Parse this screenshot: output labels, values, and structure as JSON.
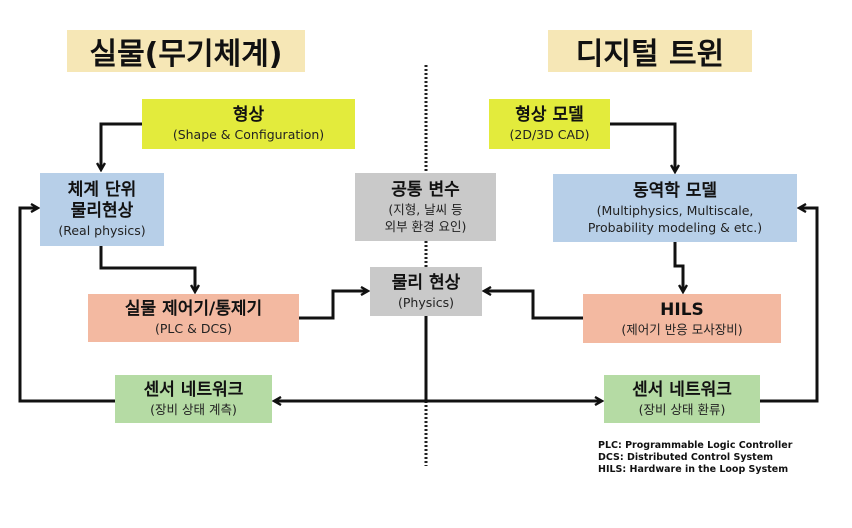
{
  "titles": {
    "left": "실물(무기체계)",
    "right": "디지털 트윈"
  },
  "left": {
    "shape": {
      "title": "형상",
      "sub": "(Shape & Configuration)"
    },
    "real_physics": {
      "title1": "체계 단위",
      "title2": "물리현상",
      "sub": "(Real physics)"
    },
    "controller": {
      "title": "실물 제어기/통제기",
      "sub": "(PLC & DCS)"
    },
    "sensor": {
      "title": "센서 네트워크",
      "sub": "(장비 상태 계측)"
    }
  },
  "center": {
    "common": {
      "title": "공통 변수",
      "sub1": "(지형, 날씨 등",
      "sub2": "외부 환경 요인)"
    },
    "physics": {
      "title": "물리 현상",
      "sub": "(Physics)"
    }
  },
  "right": {
    "shape_model": {
      "title": "형상 모델",
      "sub": "(2D/3D CAD)"
    },
    "dynamics": {
      "title": "동역학 모델",
      "sub1": "(Multiphysics, Multiscale,",
      "sub2": "Probability modeling & etc.)"
    },
    "hils": {
      "title": "HILS",
      "sub": "(제어기 반응 모사장비)"
    },
    "sensor": {
      "title": "센서 네트워크",
      "sub": "(장비 상태 환류)"
    }
  },
  "legend": [
    "PLC: Programmable Logic Controller",
    "DCS: Distributed Control System",
    "HILS: Hardware in the Loop System"
  ],
  "colors": {
    "title_bg": "#f6e7b6",
    "yellow": "#e3eb3c",
    "blue": "#b7cfe8",
    "salmon": "#f3b9a1",
    "green": "#b5dba4",
    "gray": "#c9c9c9"
  }
}
